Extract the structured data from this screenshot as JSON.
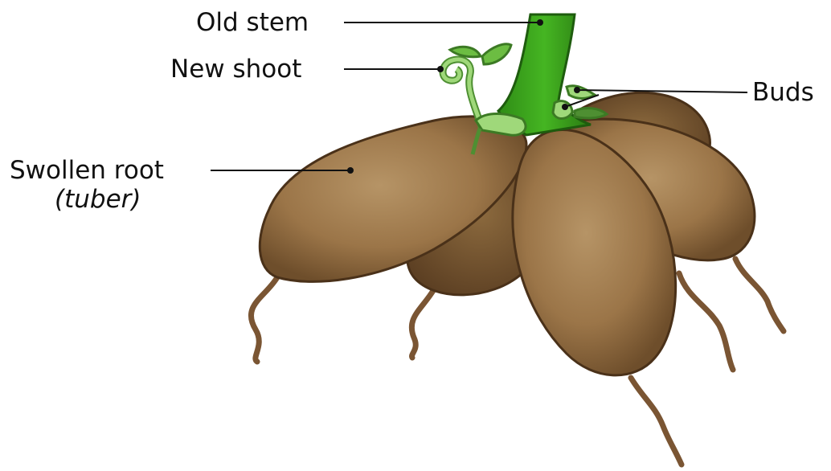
{
  "labels": {
    "old_stem": "Old stem",
    "new_shoot": "New shoot",
    "buds": "Buds",
    "swollen_root": "Swollen root",
    "tuber": "(tuber)"
  },
  "colors": {
    "tuber_fill": "#9b7548",
    "tuber_light": "#ad8a5c",
    "tuber_dark": "#5d4023",
    "tuber_shadow": "#7a5a35",
    "root": "#7a5533",
    "stem_green": "#3ea51e",
    "stem_dark": "#246b12",
    "shoot_green": "#9fd87a",
    "shoot_dark": "#4e8f32",
    "line": "#111111"
  }
}
